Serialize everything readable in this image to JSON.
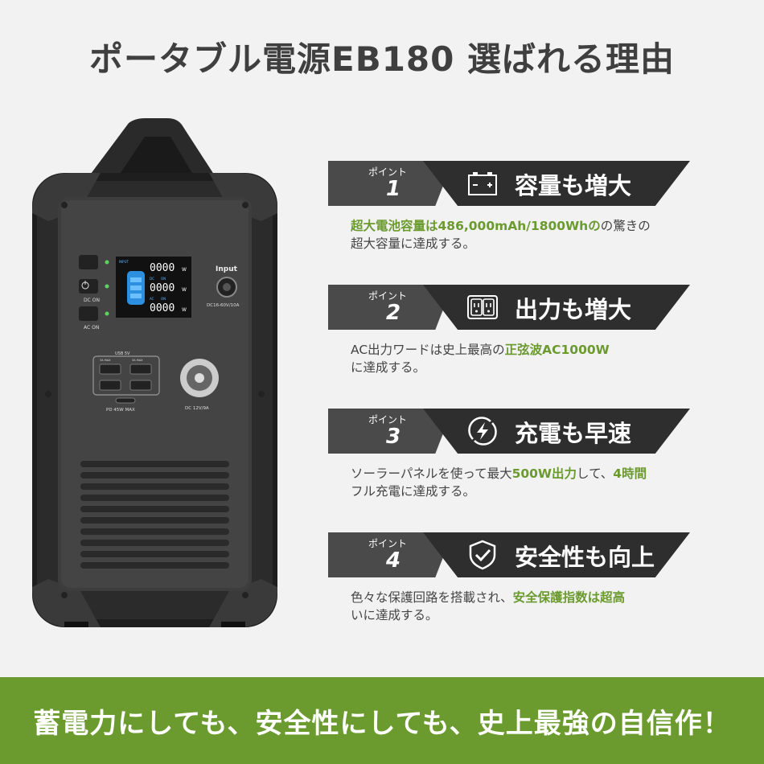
{
  "title": "ポータブル電源EB180 選ばれる理由",
  "device": {
    "input_label": "Input",
    "input_spec": "DC16-60V/10A",
    "dc_on": "DC ON",
    "ac_on": "AC ON",
    "lcd_value": "0000",
    "lcd_unit": "W",
    "lcd_input_label": "INPUT",
    "lcd_dc_label": "DC",
    "lcd_ac_label": "AC",
    "lcd_on": "ON",
    "usb_label": "USB 5V",
    "usb_3a_left": "3A MAX",
    "usb_3a_right": "3A MAX",
    "pd_label": "PD 45W MAX",
    "dc12_label": "DC 12V/9A"
  },
  "points": [
    {
      "label": "ポイント",
      "number": "1",
      "icon": "battery-icon",
      "heading": "容量も増大",
      "desc": {
        "g1": "超大電池容量は486,000mAh/1800Whの",
        "t1": "の驚きの",
        "t2": "超大容量に達成する。"
      }
    },
    {
      "label": "ポイント",
      "number": "2",
      "icon": "outlet-icon",
      "heading": "出力も増大",
      "desc": {
        "t1": "AC出力ワードは史上最高の",
        "g1": "正弦波AC1000W",
        "t2": "に達成する。"
      }
    },
    {
      "label": "ポイント",
      "number": "3",
      "icon": "lightning-icon",
      "heading": "充電も早速",
      "desc": {
        "t1": "ソーラーパネルを使って最大",
        "g1": "500W出力",
        "t2": "して、",
        "g2": "4時間",
        "t3": "フル充電に達成する。"
      }
    },
    {
      "label": "ポイント",
      "number": "4",
      "icon": "shield-check-icon",
      "heading": "安全性も向上",
      "desc": {
        "t1": "色々な保護回路を搭載され、",
        "g1": "安全保護指数は超高",
        "t2": "いに達成する。"
      }
    }
  ],
  "footer": "蓄電力にしても、安全性にしても、史上最強の自信作！"
}
